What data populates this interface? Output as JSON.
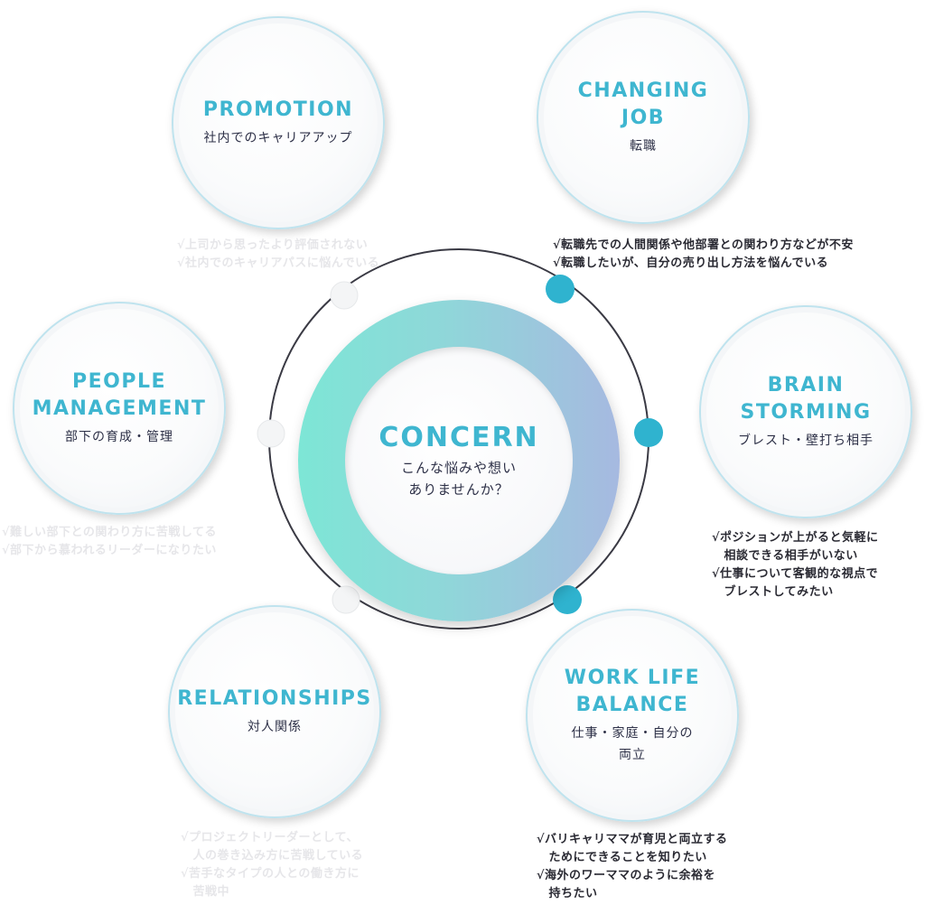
{
  "center": {
    "title": "CONCERN",
    "subtitle": "こんな悩みや想い\nありませんか？"
  },
  "topics": {
    "promotion": {
      "title": "PROMOTION",
      "subtitle": "社内でのキャリアアップ"
    },
    "changing_job": {
      "title": "CHANGING\nJOB",
      "subtitle": "転職"
    },
    "people_management": {
      "title": "PEOPLE\nMANAGEMENT",
      "subtitle": "部下の育成・管理"
    },
    "brain_storming": {
      "title": "BRAIN\nSTORMING",
      "subtitle": "ブレスト・壁打ち相手"
    },
    "relationships": {
      "title": "RELATIONSHIPS",
      "subtitle": "対人関係"
    },
    "work_life_balance": {
      "title": "WORK LIFE\nBALANCE",
      "subtitle": "仕事・家庭・自分の\n両立"
    }
  },
  "notes": {
    "promotion": "√上司から思ったより評価されない\n√社内でのキャリアパスに悩んでいる",
    "changing_job": "√転職先での人間関係や他部署との関わり方などが不安\n√転職したいが、自分の売り出し方法を悩んでいる",
    "people_management": "√難しい部下との関わり方に苦戦してる\n√部下から慕われるリーダーになりたい",
    "brain_storming": "√ポジションが上がると気軽に\n　相談できる相手がいない\n√仕事について客観的な視点で\n　ブレストしてみたい",
    "relationships": "√プロジェクトリーダーとして、\n　人の巻き込み方に苦戦している\n√苦手なタイプの人との働き方に\n　苦戦中",
    "work_life_balance": "√バリキャリママが育児と両立する\n　ためにできることを知りたい\n√海外のワーママのように余裕を\n　持ちたい"
  },
  "colors": {
    "accent": "#3fb6d0",
    "orbit_dot_active": "#2fb3cf",
    "orbit_dot_inactive": "#f4f5f6"
  }
}
